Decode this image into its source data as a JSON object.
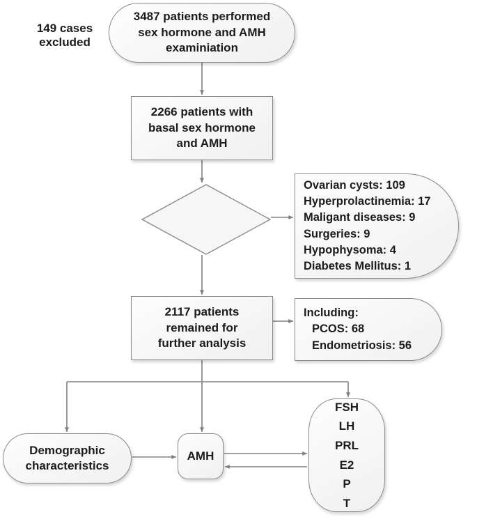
{
  "diagram": {
    "title": "Patient selection and analysis flowchart",
    "type": "flowchart",
    "accent_color": "#8a8a8a",
    "node_fill": "#f7f7f7",
    "text_color": "#1c1c1c"
  },
  "nodes": {
    "screened": {
      "shape": "stadium",
      "lines": [
        "3487 patients performed",
        "sex hormone and AMH",
        "examiniation"
      ]
    },
    "basal": {
      "shape": "rectangle",
      "lines": [
        "2266 patients with",
        "basal sex hormone",
        "and AMH"
      ]
    },
    "excluded_decision": {
      "shape": "diamond",
      "lines": [
        "149 cases",
        "excluded"
      ]
    },
    "exclusion_reasons": {
      "shape": "half-rounded",
      "lines": [
        "Ovarian cysts: 109",
        "Hyperprolactinemia: 17",
        "Maligant diseases: 9",
        "Surgeries: 9",
        "Hypophysoma: 4",
        "Diabetes Mellitus: 1"
      ]
    },
    "remained": {
      "shape": "rectangle",
      "lines": [
        "2117 patients",
        "remained for",
        "further analysis"
      ]
    },
    "including": {
      "shape": "half-rounded",
      "lines": [
        "Including:",
        "PCOS: 68",
        "Endometriosis: 56"
      ]
    },
    "demographic": {
      "shape": "stadium",
      "lines": [
        "Demographic",
        "characteristics"
      ]
    },
    "amh": {
      "shape": "rounded-square",
      "lines": [
        "AMH"
      ]
    },
    "hormones": {
      "shape": "capsule",
      "lines": [
        "FSH",
        "LH",
        "PRL",
        "E2",
        "P",
        "T"
      ]
    }
  }
}
